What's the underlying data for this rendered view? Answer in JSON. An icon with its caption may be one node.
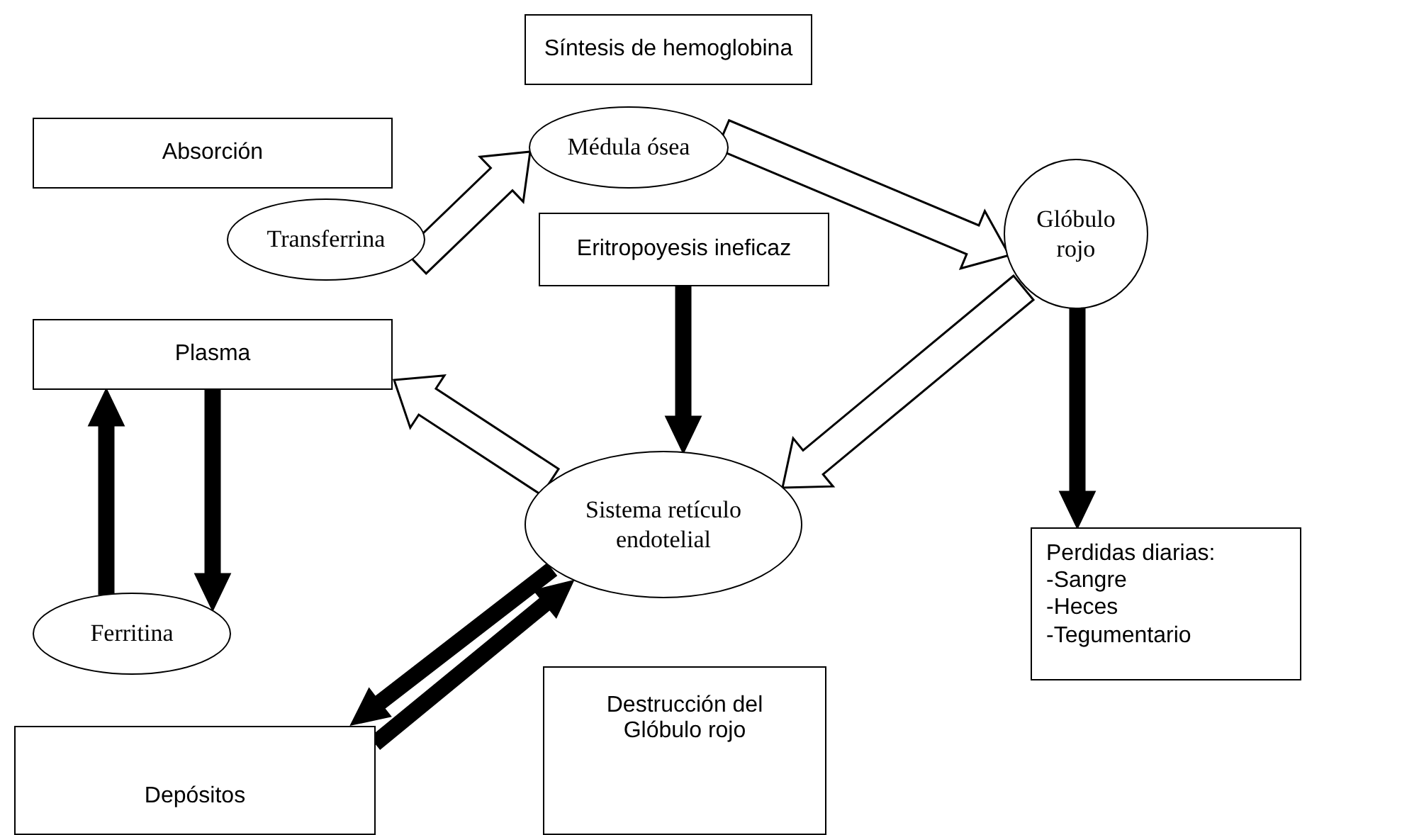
{
  "diagram": {
    "nodes": [
      {
        "text": [
          "Síntesis de hemoglobina"
        ]
      },
      {
        "text": [
          "Absorción"
        ]
      },
      {
        "text": [
          "Médula ósea"
        ]
      },
      {
        "text": [
          "Transferrina"
        ]
      },
      {
        "text": [
          "Eritropoyesis ineficaz"
        ]
      },
      {
        "text": [
          "Glóbulo rojo"
        ]
      },
      {
        "text": [
          "Plasma"
        ]
      },
      {
        "text": [
          "Sistema retículo endotelial"
        ]
      },
      {
        "text": [
          "Perdidas diarias:",
          "-Sangre",
          "-Heces",
          "-Tegumentario"
        ]
      },
      {
        "text": [
          "Ferritina"
        ]
      },
      {
        "text": [
          "Depósitos"
        ]
      },
      {
        "text": [
          "Destrucción del Glóbulo rojo"
        ]
      }
    ],
    "edges": [
      {
        "from": 3,
        "to": 2,
        "arrow": "to"
      },
      {
        "from": 2,
        "to": 5,
        "arrow": "to"
      },
      {
        "from": 4,
        "to": 7,
        "arrow": "to",
        "style": "thick"
      },
      {
        "from": 5,
        "to": 7,
        "arrow": "to"
      },
      {
        "from": 5,
        "to": 8,
        "arrow": "to",
        "style": "thick"
      },
      {
        "from": 7,
        "to": 6,
        "arrow": "to"
      },
      {
        "from": 6,
        "to": 9,
        "arrow": "to",
        "style": "thick"
      },
      {
        "from": 9,
        "to": 6,
        "arrow": "to",
        "style": "thick"
      },
      {
        "from": 7,
        "to": 10,
        "arrow": "to",
        "style": "thick"
      },
      {
        "from": 10,
        "to": 7,
        "arrow": "to",
        "style": "thick"
      }
    ]
  }
}
